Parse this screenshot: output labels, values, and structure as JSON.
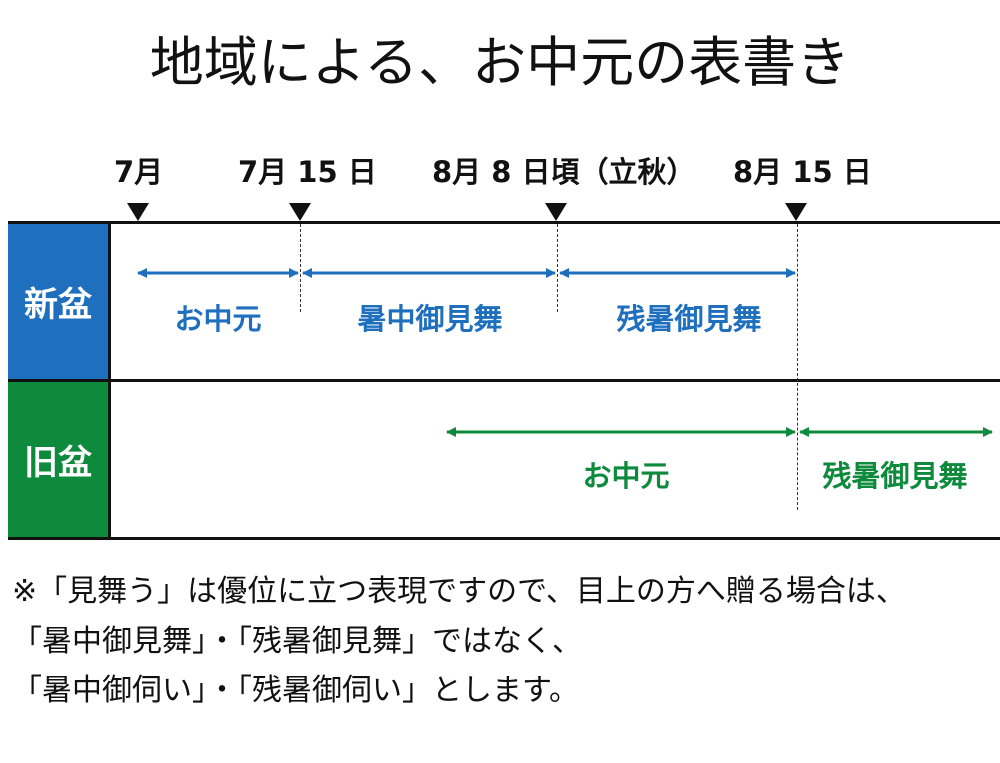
{
  "title": "地域による、お中元の表書き",
  "colors": {
    "new_bon": "#1F6FBF",
    "old_bon": "#0E8A3C",
    "text": "#111111"
  },
  "dates": {
    "d1": "7月",
    "d2": "7月 15 日",
    "d3": "8月 8 日頃（立秋）",
    "d4": "8月 15 日"
  },
  "rows": {
    "new_bon": {
      "label": "新盆",
      "periods": [
        "お中元",
        "暑中御見舞",
        "残暑御見舞"
      ]
    },
    "old_bon": {
      "label": "旧盆",
      "periods": [
        "お中元",
        "残暑御見舞"
      ]
    }
  },
  "notes": [
    "※「見舞う」は優位に立つ表現ですので、目上の方へ贈る場合は、",
    "「暑中御見舞」・「残暑御見舞」ではなく、",
    "「暑中御伺い」・「残暑御伺い」とします。"
  ]
}
